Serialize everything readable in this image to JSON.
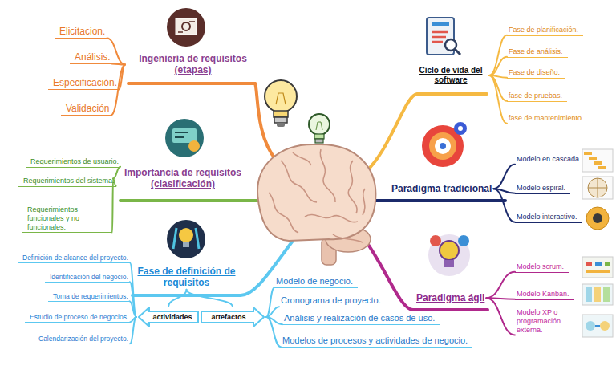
{
  "diagram": {
    "nodes": [
      {
        "text": [
          "Ingeniería de requisitos (etapas)"
        ]
      },
      {
        "text": [
          "Elicitacion."
        ]
      },
      {
        "text": [
          "Análisis."
        ]
      },
      {
        "text": [
          "Especificación."
        ]
      },
      {
        "text": [
          "Validación"
        ]
      },
      {
        "text": [
          "Importancia de requisitos (clasificación)"
        ]
      },
      {
        "text": [
          "Requerimientos de usuario."
        ]
      },
      {
        "text": [
          "Requerimientos del sistema."
        ]
      },
      {
        "text": [
          "Requerimientos funcionales y no funcionales."
        ]
      },
      {
        "text": [
          "Fase de definición de requisitos"
        ]
      },
      {
        "text": [
          "actividades"
        ]
      },
      {
        "text": [
          "artefactos"
        ]
      },
      {
        "text": [
          "Definición de alcance del proyecto."
        ]
      },
      {
        "text": [
          "Identificación del negocio."
        ]
      },
      {
        "text": [
          "Toma de requerimientos."
        ]
      },
      {
        "text": [
          "Estudio de proceso de negocios."
        ]
      },
      {
        "text": [
          "Calendarización del proyecto."
        ]
      },
      {
        "text": [
          "Modelo de negocio."
        ]
      },
      {
        "text": [
          "Cronograma de proyecto."
        ]
      },
      {
        "text": [
          "Análisis y realización de casos de uso."
        ]
      },
      {
        "text": [
          "Modelos de procesos y actividades de negocio."
        ]
      },
      {
        "text": [
          "Ciclo de vida del software"
        ]
      },
      {
        "text": [
          "Fase de planificación."
        ]
      },
      {
        "text": [
          "Fase de análisis."
        ]
      },
      {
        "text": [
          "Fase de diseño."
        ]
      },
      {
        "text": [
          "fase de pruebas."
        ]
      },
      {
        "text": [
          "fase de mantenimiento."
        ]
      },
      {
        "text": [
          "Paradigma tradicional"
        ]
      },
      {
        "text": [
          "Modelo en cascada."
        ]
      },
      {
        "text": [
          "Modelo espiral."
        ]
      },
      {
        "text": [
          "Modelo interactivo."
        ]
      },
      {
        "text": [
          "Paradigma ágil"
        ]
      },
      {
        "text": [
          "Modelo scrum."
        ]
      },
      {
        "text": [
          "Modelo Kanban."
        ]
      },
      {
        "text": [
          "Modelo XP o programación externa."
        ]
      }
    ],
    "edges": [
      {
        "from": 0,
        "to": 1,
        "arrow": "none"
      },
      {
        "from": 0,
        "to": 2,
        "arrow": "none"
      },
      {
        "from": 0,
        "to": 3,
        "arrow": "none"
      },
      {
        "from": 0,
        "to": 4,
        "arrow": "none"
      },
      {
        "from": 5,
        "to": 6,
        "arrow": "none"
      },
      {
        "from": 5,
        "to": 7,
        "arrow": "none"
      },
      {
        "from": 5,
        "to": 8,
        "arrow": "none"
      },
      {
        "from": 9,
        "to": 10,
        "arrow": "none"
      },
      {
        "from": 9,
        "to": 11,
        "arrow": "none"
      },
      {
        "from": 10,
        "to": 12,
        "arrow": "none"
      },
      {
        "from": 10,
        "to": 13,
        "arrow": "none"
      },
      {
        "from": 10,
        "to": 14,
        "arrow": "none"
      },
      {
        "from": 10,
        "to": 15,
        "arrow": "none"
      },
      {
        "from": 10,
        "to": 16,
        "arrow": "none"
      },
      {
        "from": 11,
        "to": 17,
        "arrow": "none"
      },
      {
        "from": 11,
        "to": 18,
        "arrow": "none"
      },
      {
        "from": 11,
        "to": 19,
        "arrow": "none"
      },
      {
        "from": 11,
        "to": 20,
        "arrow": "none"
      },
      {
        "from": 21,
        "to": 22,
        "arrow": "none"
      },
      {
        "from": 21,
        "to": 23,
        "arrow": "none"
      },
      {
        "from": 21,
        "to": 24,
        "arrow": "none"
      },
      {
        "from": 21,
        "to": 25,
        "arrow": "none"
      },
      {
        "from": 21,
        "to": 26,
        "arrow": "none"
      },
      {
        "from": 27,
        "to": 28,
        "arrow": "none"
      },
      {
        "from": 27,
        "to": 29,
        "arrow": "none"
      },
      {
        "from": 27,
        "to": 30,
        "arrow": "none"
      },
      {
        "from": 31,
        "to": 32,
        "arrow": "none"
      },
      {
        "from": 31,
        "to": 33,
        "arrow": "none"
      },
      {
        "from": 31,
        "to": 34,
        "arrow": "none"
      }
    ]
  }
}
